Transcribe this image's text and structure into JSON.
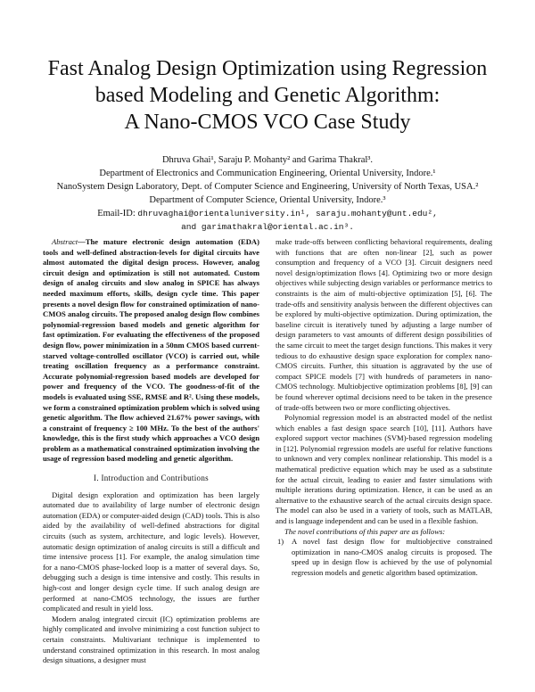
{
  "paper": {
    "title_lines": [
      "Fast Analog Design Optimization using Regression",
      "based Modeling and Genetic Algorithm:",
      "A Nano-CMOS VCO Case Study"
    ],
    "authors": "Dhruva Ghai¹, Saraju P. Mohanty² and Garima Thakral³.",
    "affiliations": [
      "Department of Electronics and Communication Engineering, Oriental University, Indore.¹",
      "NanoSystem Design Laboratory, Dept. of Computer Science and Engineering, University of North Texas, USA.²",
      "Department of Computer Science, Oriental University, Indore.³"
    ],
    "email_label": "Email-ID: ",
    "email_line1": "dhruvaghai@orientaluniversity.in¹, saraju.mohanty@unt.edu²,",
    "email_line2": "and garimathakral@oriental.ac.in³."
  },
  "abstract": {
    "lead": "Abstract",
    "text": "—The mature electronic design automation (EDA) tools and well-defined abstraction-levels for digital circuits have almost automated the digital design process. However, analog circuit design and optimization is still not automated. Custom design of analog circuits and slow analog in SPICE has always needed maximum efforts, skills, design cycle time. This paper presents a novel design flow for constrained optimization of nano-CMOS analog circuits. The proposed analog design flow combines polynomial-regression based models and genetic algorithm for fast optimization. For evaluating the effectiveness of the proposed design flow, power minimization in a 50nm CMOS based current-starved voltage-controlled oscillator (VCO) is carried out, while treating oscillation frequency as a performance constraint. Accurate polynomial-regression based models are developed for power and frequency of the VCO. The goodness-of-fit of the models is evaluated using SSE, RMSE and R². Using these models, we form a constrained optimization problem which is solved using genetic algorithm. The flow achieved 21.67% power savings, with a constraint of frequency ≥ 100 MHz. To the best of the authors' knowledge, this is the first study which approaches a VCO design problem as a mathematical constrained optimization involving the usage of regression based modeling and genetic algorithm."
  },
  "section1_heading": "I. Introduction and Contributions",
  "left_paragraphs": [
    "Digital design exploration and optimization has been largely automated due to availability of large number of electronic design automation (EDA) or computer-aided design (CAD) tools. This is also aided by the availability of well-defined abstractions for digital circuits (such as system, architecture, and logic levels). However, automatic design optimization of analog circuits is still a difficult and time intensive process [1]. For example, the analog simulation time for a nano-CMOS phase-locked loop is a matter of several days. So, debugging such a design is time intensive and costly. This results in high-cost and longer design cycle time. If such analog design are performed at nano-CMOS technology, the issues are further complicated and result in yield loss.",
    "Modern analog integrated circuit (IC) optimization problems are highly complicated and involve minimizing a cost function subject to certain constraints. Multivariant technique is implemented to understand constrained optimization in this research. In most analog design situations, a designer must"
  ],
  "right_paragraphs": [
    "make trade-offs between conflicting behavioral requirements, dealing with functions that are often non-linear [2], such as power consumption and frequency of a VCO [3]. Circuit designers need novel design/optimization flows [4]. Optimizing two or more design objectives while subjecting design variables or performance metrics to constraints is the aim of multi-objective optimization [5], [6]. The trade-offs and sensitivity analysis between the different objectives can be explored by multi-objective optimization. During optimization, the baseline circuit is iteratively tuned by adjusting a large number of design parameters to vast amounts of different design possibilities of the same circuit to meet the target design functions. This makes it very tedious to do exhaustive design space exploration for complex nano-CMOS circuits. Further, this situation is aggravated by the use of compact SPICE models [7] with hundreds of parameters in nano-CMOS technology. Multiobjective optimization problems [8], [9] can be found wherever optimal decisions need to be taken in the presence of trade-offs between two or more conflicting objectives.",
    "Polynomial regression model is an abstracted model of the netlist which enables a fast design space search [10], [11]. Authors have explored support vector machines (SVM)-based regression modeling in [12]. Polynomial regression models are useful for relative functions to unknown and very complex nonlinear relationship. This model is a mathematical predictive equation which may be used as a substitute for the actual circuit, leading to easier and faster simulations with multiple iterations during optimization. Hence, it can be used as an alternative to the exhaustive search of the actual circuits design space. The model can also be used in a variety of tools, such as MATLAB, and is language independent and can be used in a flexible fashion."
  ],
  "contrib_intro": "The novel contributions of this paper are as follows:",
  "contrib_items": [
    {
      "num": "1)",
      "text": "A novel fast design flow for multiobjective constrained optimization in nano-CMOS analog circuits is proposed. The speed up in design flow is achieved by the use of polynomial regression models and genetic algorithm based optimization."
    }
  ]
}
